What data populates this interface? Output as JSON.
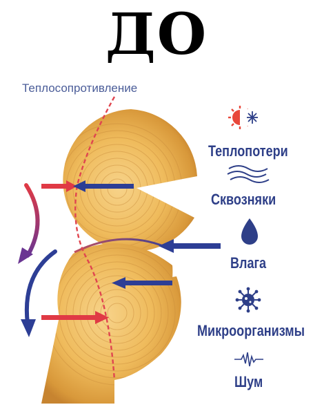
{
  "title": "ДО",
  "diagram": {
    "top_label": "Теплосопротивление",
    "legend": [
      {
        "id": "heat",
        "label": "Теплопотери",
        "icon": "sun-snowflake-icon"
      },
      {
        "id": "draft",
        "label": "Сквозняки",
        "icon": "wind-icon"
      },
      {
        "id": "moisture",
        "label": "Влага",
        "icon": "water-drop-icon"
      },
      {
        "id": "microbes",
        "label": "Микроорганизмы",
        "icon": "virus-icon"
      },
      {
        "id": "noise",
        "label": "Шум",
        "icon": "sound-wave-icon"
      }
    ],
    "colors": {
      "label": "#2e3f88",
      "heat_arrow": "#e03a45",
      "cold_arrow": "#2d3e95",
      "dashed_line": "#e0454f",
      "wood_light": "#f3c26a",
      "wood_dark": "#d49536",
      "sun": "#e8473a"
    }
  }
}
